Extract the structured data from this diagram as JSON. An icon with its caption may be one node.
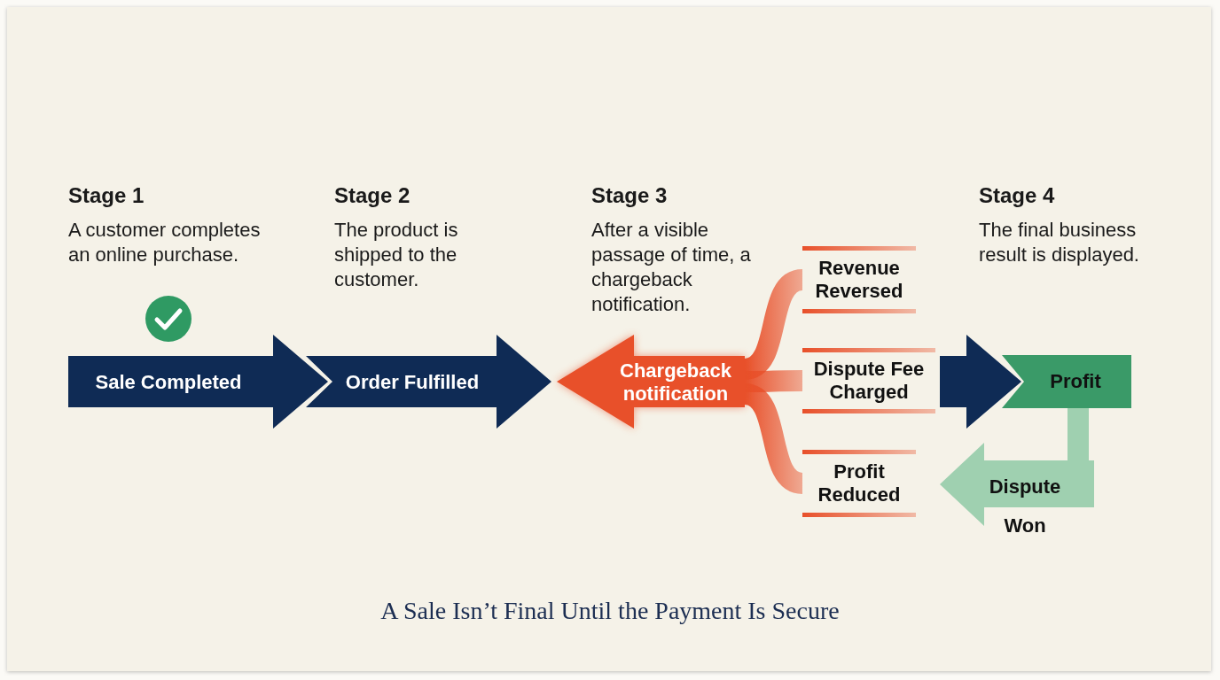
{
  "diagram": {
    "caption": "A Sale Isn’t Final Until the Payment Is Secure",
    "nodes": [
      {
        "text": [
          "Sale Completed"
        ]
      },
      {
        "text": [
          "Order Fulfilled"
        ]
      },
      {
        "text": [
          "Chargeback notification"
        ]
      },
      {
        "text": [
          "Revenue Reversed"
        ]
      },
      {
        "text": [
          "Dispute Fee Charged"
        ]
      },
      {
        "text": [
          "Profit Reduced"
        ]
      },
      {
        "text": [],
        "shape": "arrow"
      },
      {
        "text": [
          "Profit"
        ]
      },
      {
        "text": [
          "Dispute Won"
        ]
      }
    ],
    "edges": [
      {
        "from": 2,
        "to": 3,
        "arrow": "none"
      },
      {
        "from": 2,
        "to": 4,
        "arrow": "none"
      },
      {
        "from": 2,
        "to": 5,
        "arrow": "none"
      },
      {
        "from": 7,
        "to": 8,
        "arrow": "none",
        "color": "#9fd0b0"
      }
    ],
    "labels": [
      "Stage 1",
      "A customer completes an online purchase.",
      "Stage 2",
      "The product is shipped to the customer.",
      "Stage 3",
      "After a visible passage of time, a chargeback notification.",
      "Stage 4",
      "The final business result is displayed."
    ]
  }
}
